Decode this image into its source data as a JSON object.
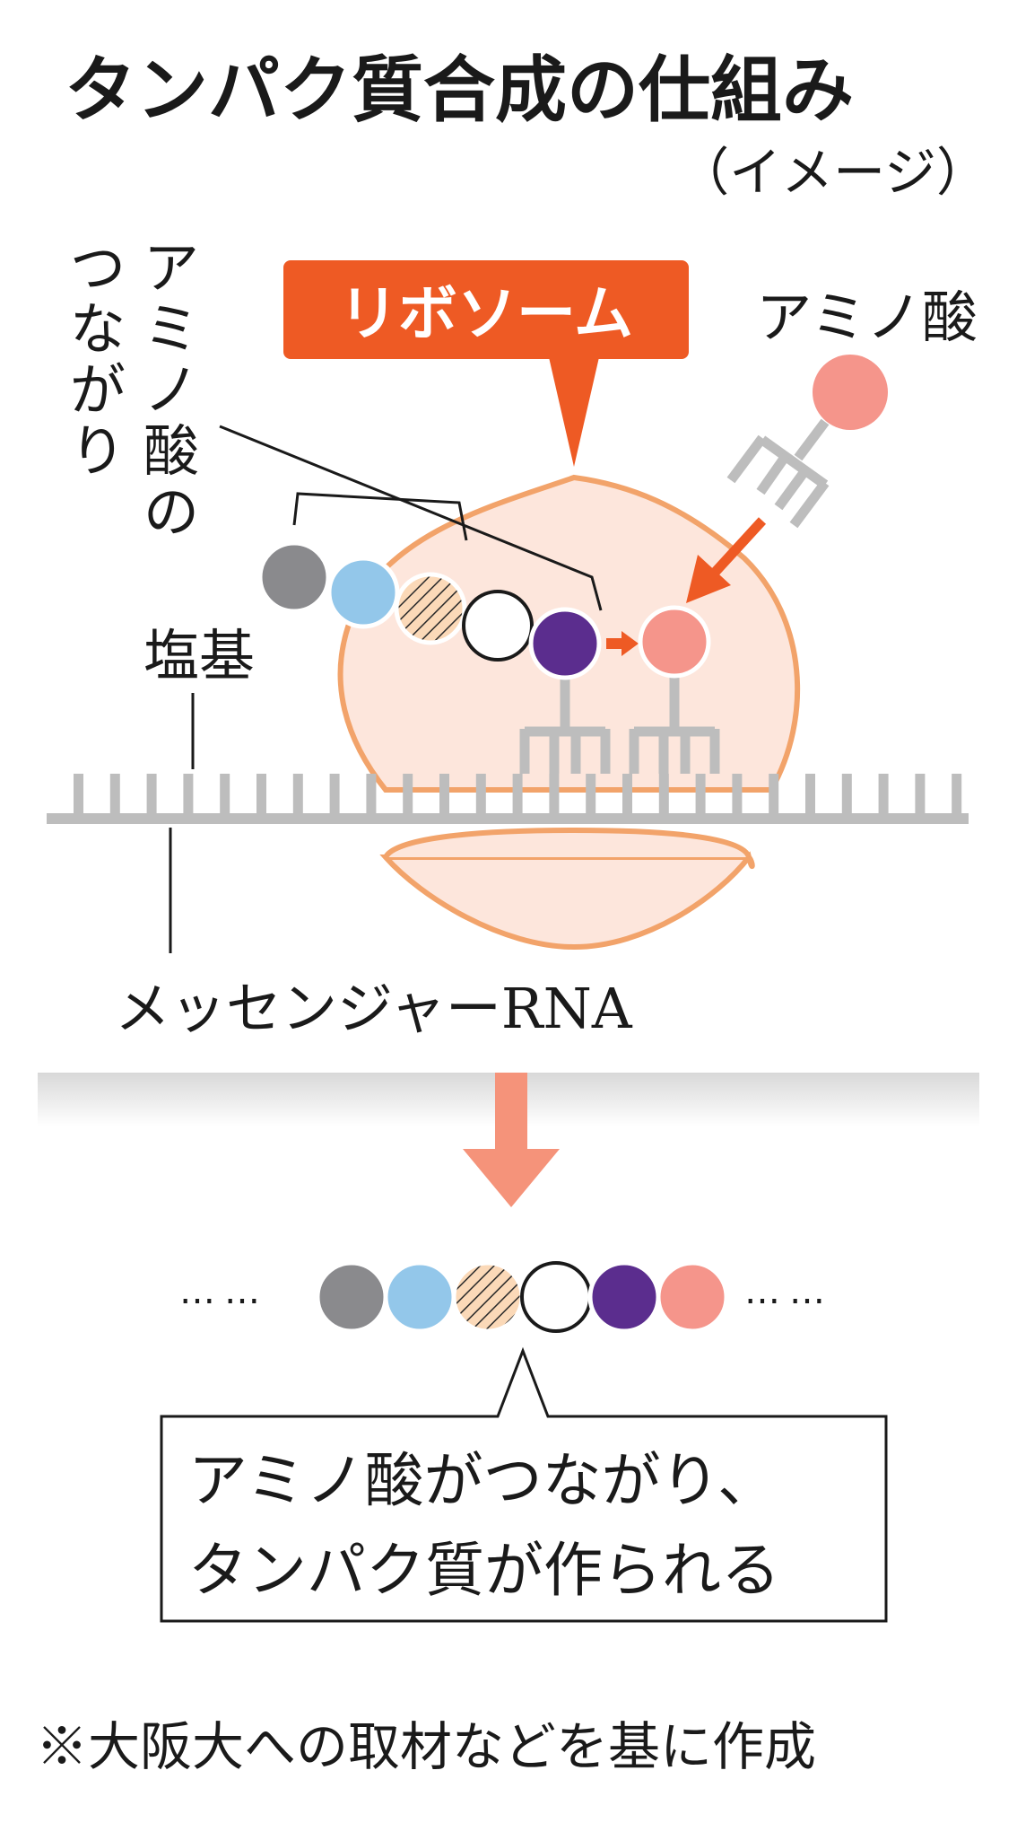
{
  "title": "タンパク質合成の仕組み",
  "subtitle": "（イメージ）",
  "labels": {
    "ribosome": "リボソーム",
    "amino_acid": "アミノ酸",
    "chain_vertical_1": "アミノ酸の",
    "chain_vertical_2": "つながり",
    "base": "塩基",
    "mrna": "メッセンジャーRNA"
  },
  "result": {
    "dots_left": "……",
    "dots_right": "……",
    "line1": "アミノ酸がつながり、",
    "line2": "タンパク質が作られる"
  },
  "footnote": "※大阪大への取材などを基に作成",
  "colors": {
    "ribosome_fill": "#fde6dc",
    "ribosome_stroke": "#f2a36a",
    "label_bg": "#ee5a24",
    "arrow": "#ee5a24",
    "big_arrow": "#f5937a",
    "gray": "#8a8a8d",
    "light_blue": "#93c7ea",
    "hatch_bg": "#fbd9b8",
    "purple": "#5b2d8e",
    "salmon": "#f5958b",
    "rna": "#bdbdbd"
  },
  "chain_beads": [
    "gray",
    "light-blue",
    "hatched",
    "white",
    "purple"
  ],
  "result_beads": [
    "gray",
    "light-blue",
    "hatched",
    "white",
    "purple",
    "salmon"
  ]
}
